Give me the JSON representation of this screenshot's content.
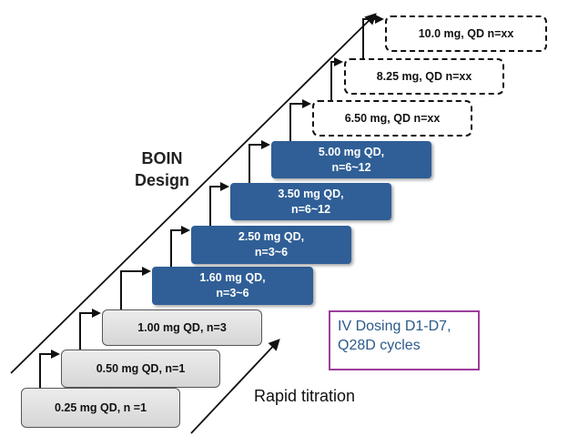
{
  "diagram": {
    "doses": [
      {
        "text": "0.25 mg QD, n =1",
        "style": "gray"
      },
      {
        "text": "0.50  mg QD, n=1",
        "style": "gray"
      },
      {
        "text": "1.00 mg QD, n=3",
        "style": "gray"
      },
      {
        "line1": "1.60  mg QD,",
        "line2": "n=3~6",
        "style": "blue"
      },
      {
        "line1": "2.50  mg QD,",
        "line2": "n=3~6",
        "style": "blue"
      },
      {
        "line1": "3.50  mg QD,",
        "line2": "n=6~12",
        "style": "blue"
      },
      {
        "line1": "5.00 mg QD,",
        "line2": "n=6~12",
        "style": "blue"
      },
      {
        "text": "6.50  mg, QD n=xx",
        "style": "dashed"
      },
      {
        "text": "8.25 mg, QD n=xx",
        "style": "dashed"
      },
      {
        "text": "10.0 mg, QD n=xx",
        "style": "dashed"
      }
    ],
    "boin_label": {
      "line1": "BOIN",
      "line2": "Design"
    },
    "iv_box": {
      "line1": "IV Dosing D1-D7,",
      "line2": "Q28D cycles"
    },
    "rapid_label": "Rapid titration",
    "colors": {
      "blue_box": "#2f5f96",
      "iv_border": "#9b3e9b",
      "iv_text": "#2b5a8a"
    }
  }
}
